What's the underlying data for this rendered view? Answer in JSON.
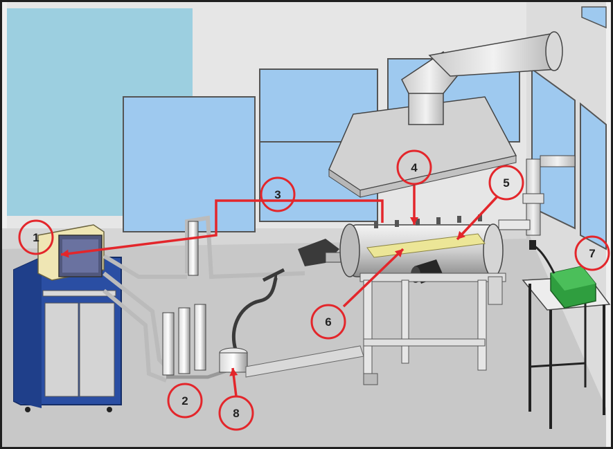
{
  "colors": {
    "callout": "#e3262b",
    "sky_window": "#9ec9ef",
    "wall": "#e9e9e9",
    "floor": "#c9c9c9",
    "cabinet": "#2a4ea3",
    "monitor": "#efe6b4",
    "sample_strip": "#ece697",
    "power_supply": "#2f9e3f",
    "frame": "#1f1f1f"
  },
  "callouts": [
    {
      "id": "1",
      "label": "1"
    },
    {
      "id": "2",
      "label": "2"
    },
    {
      "id": "3",
      "label": "3"
    },
    {
      "id": "4",
      "label": "4"
    },
    {
      "id": "5",
      "label": "5"
    },
    {
      "id": "6",
      "label": "6"
    },
    {
      "id": "7",
      "label": "7"
    },
    {
      "id": "8",
      "label": "8"
    }
  ],
  "components": [
    {
      "name": "control-cabinet-with-monitor"
    },
    {
      "name": "gas-flowmeter-panel"
    },
    {
      "name": "signal-cable"
    },
    {
      "name": "tube-furnace-chamber"
    },
    {
      "name": "sample-strip"
    },
    {
      "name": "igniter-rod"
    },
    {
      "name": "power-supply-unit"
    },
    {
      "name": "collection-vessel"
    },
    {
      "name": "exhaust-hood"
    }
  ]
}
